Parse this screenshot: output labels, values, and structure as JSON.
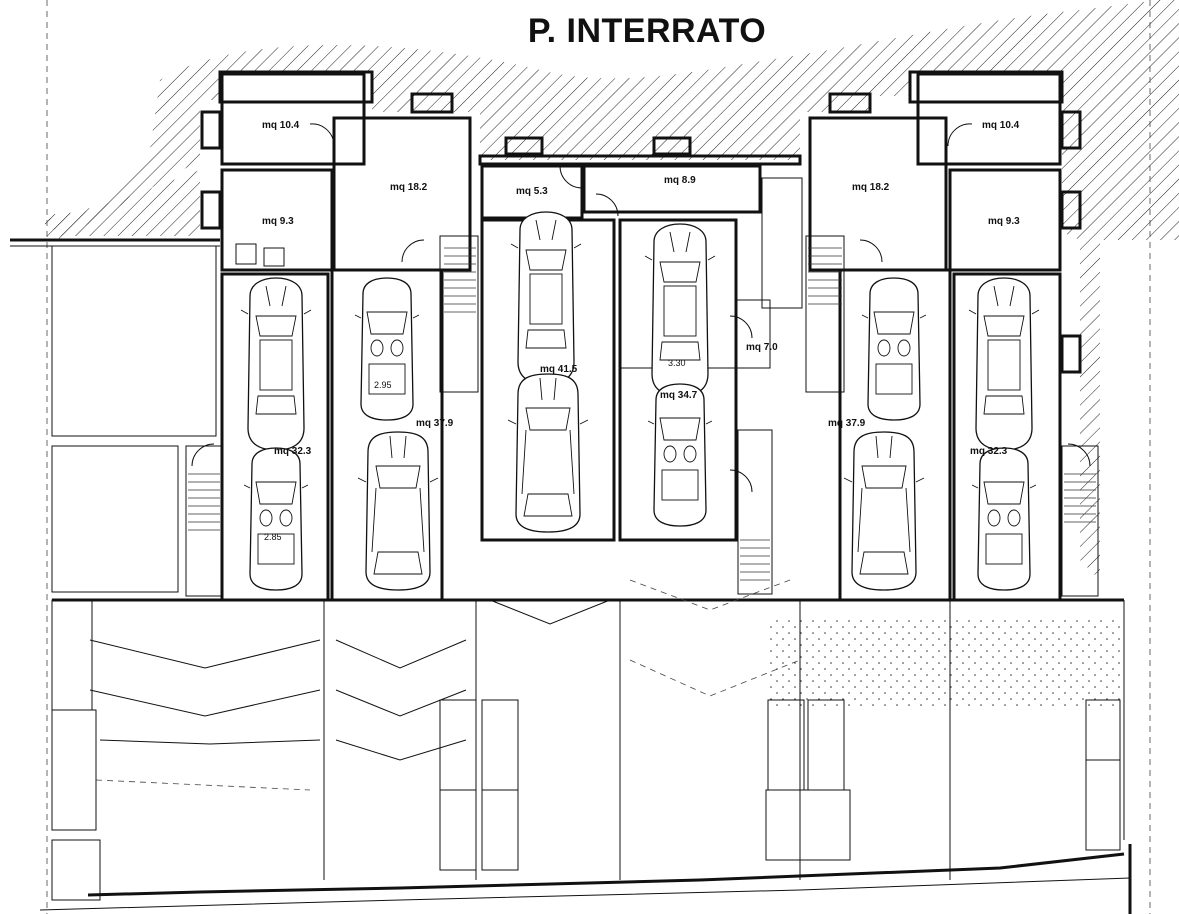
{
  "title": "P. INTERRATO",
  "rooms": {
    "left_storage_top": "mq 10.4",
    "left_storage_mid": "mq 9.3",
    "left_box_a": "mq 18.2",
    "left_garage_a": "mq 32.3",
    "left_garage_b": "mq 37.9",
    "center_small": "mq 5.3",
    "center_corridor": "mq 8.9",
    "center_garage_a": "mq 41.5",
    "center_garage_b": "mq 34.7",
    "center_stair": "mq 7.0",
    "right_storage_top": "mq 10.4",
    "right_storage_mid": "mq 9.3",
    "right_box_a": "mq 18.2",
    "right_garage_a": "mq 37.9",
    "right_garage_b": "mq 32.3"
  },
  "dimensions": {
    "left_b_width": "2.95",
    "left_a_width": "2.85",
    "center_b_width": "3.30"
  },
  "colors": {
    "line": "#111111",
    "background": "#ffffff"
  }
}
